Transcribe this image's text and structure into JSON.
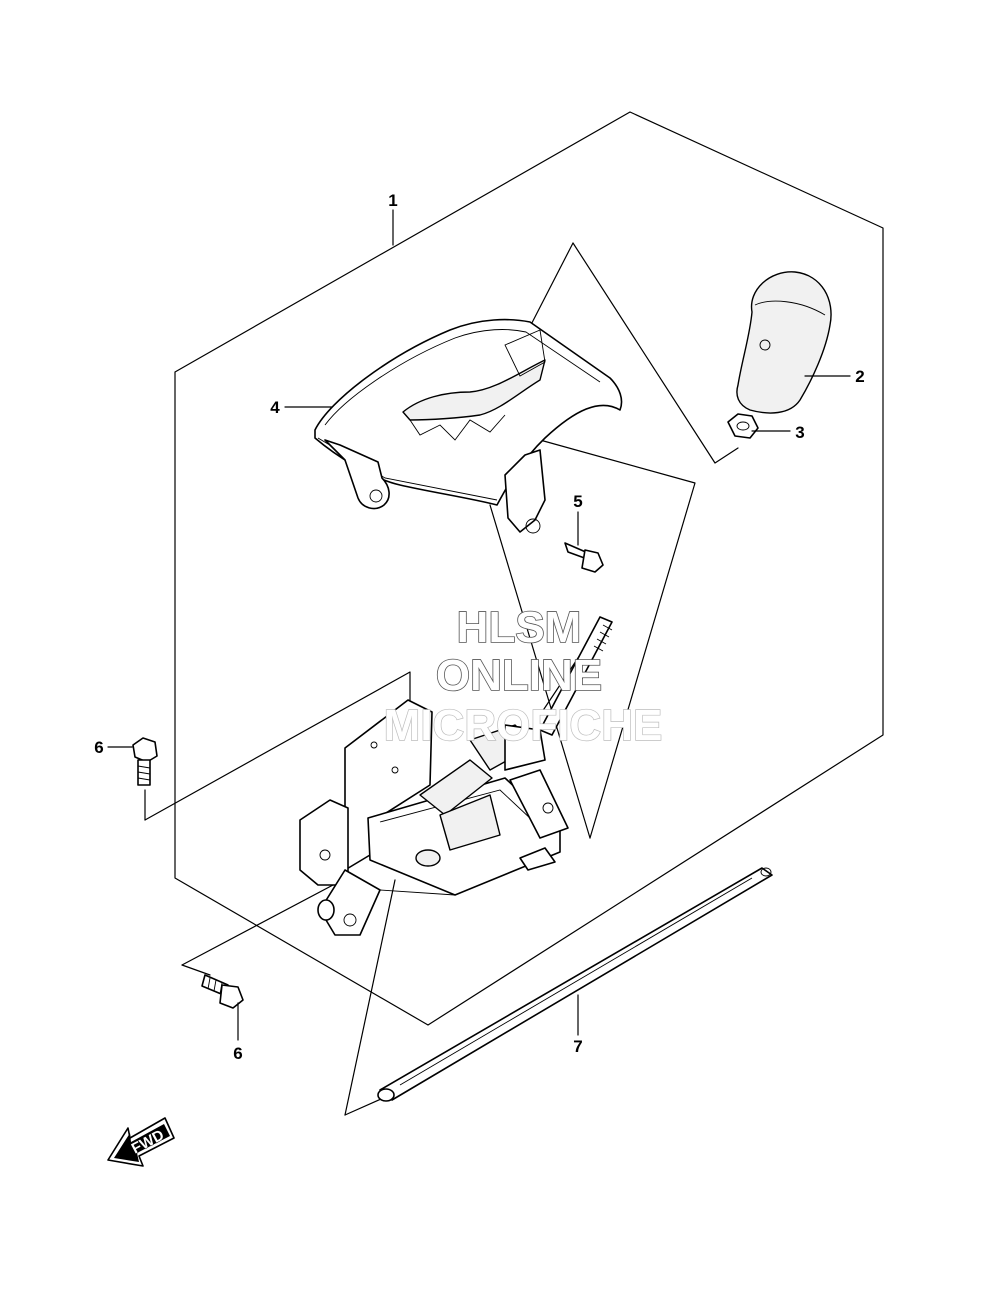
{
  "diagram": {
    "callouts": {
      "c1": "1",
      "c2": "2",
      "c3": "3",
      "c4": "4",
      "c5": "5",
      "c6a": "6",
      "c6b": "6",
      "c7": "7"
    },
    "watermark": {
      "line1": "HLSM",
      "line2": "ONLINE",
      "line3": "MICROFICHE"
    },
    "direction_arrow": "FWD"
  }
}
